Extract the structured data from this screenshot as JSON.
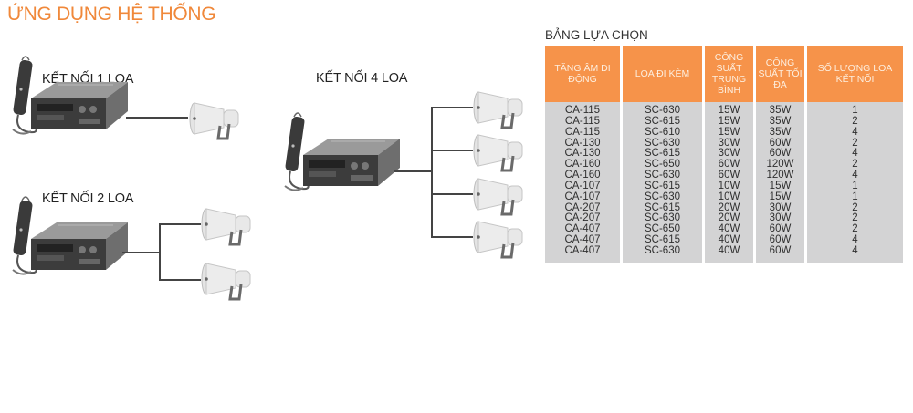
{
  "title": "ỨNG DỤNG HỆ THỐNG",
  "colors": {
    "accent": "#f0883a",
    "header_bg": "#f6934a",
    "cell_bg": "#d3d3d4"
  },
  "diagrams": [
    {
      "label": "KẾT NỐI 1 LOA",
      "speakers": 1
    },
    {
      "label": "KẾT NỐI 2 LOA",
      "speakers": 2
    },
    {
      "label": "KẾT NỐI 4 LOA",
      "speakers": 4
    }
  ],
  "selection_table": {
    "caption": "BẢNG LỰA CHỌN",
    "headers": [
      "TĂNG ÂM DI ĐỘNG",
      "LOA ĐI KÈM",
      "CÔNG SUẤT TRUNG BÌNH",
      "CÔNG SUẤT TỐI ĐA",
      "SỐ LƯỢNG LOA KẾT NỐI"
    ],
    "rows": [
      [
        "CA-115",
        "SC-630",
        "15W",
        "35W",
        "1"
      ],
      [
        "CA-115",
        "SC-615",
        "15W",
        "35W",
        "2"
      ],
      [
        "CA-115",
        "SC-610",
        "15W",
        "35W",
        "4"
      ],
      [
        "CA-130",
        "SC-630",
        "30W",
        "60W",
        "2"
      ],
      [
        "CA-130",
        "SC-615",
        "30W",
        "60W",
        "4"
      ],
      [
        "CA-160",
        "SC-650",
        "60W",
        "120W",
        "2"
      ],
      [
        "CA-160",
        "SC-630",
        "60W",
        "120W",
        "4"
      ],
      [
        "CA-107",
        "SC-615",
        "10W",
        "15W",
        "1"
      ],
      [
        "CA-107",
        "SC-630",
        "10W",
        "15W",
        "1"
      ],
      [
        "CA-207",
        "SC-615",
        "20W",
        "30W",
        "2"
      ],
      [
        "CA-207",
        "SC-630",
        "20W",
        "30W",
        "2"
      ],
      [
        "CA-407",
        "SC-650",
        "40W",
        "60W",
        "2"
      ],
      [
        "CA-407",
        "SC-615",
        "40W",
        "60W",
        "4"
      ],
      [
        "CA-407",
        "SC-630",
        "40W",
        "60W",
        "4"
      ]
    ]
  }
}
